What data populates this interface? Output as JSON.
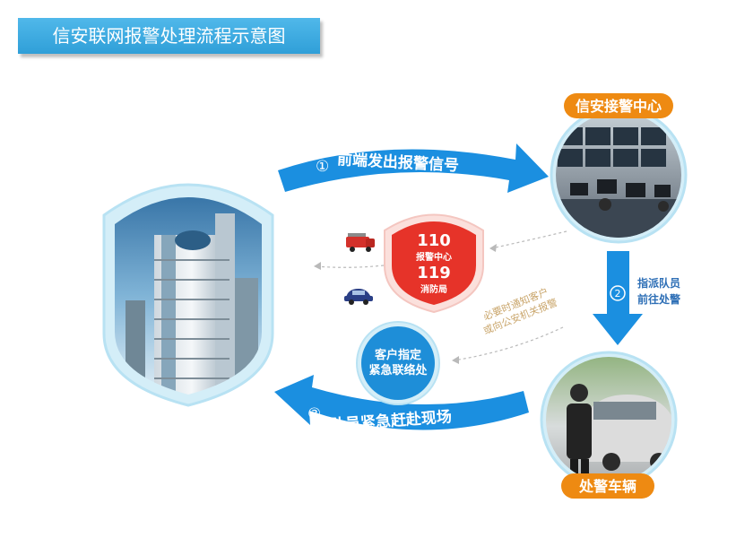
{
  "title": "信安联网报警处理流程示意图",
  "nodes": {
    "center": "信安接警中心",
    "vehicle": "处警车辆",
    "police_top_number": "110",
    "police_top_label": "报警中心",
    "police_bottom_number": "119",
    "police_bottom_label": "消防局",
    "client_line1": "客户指定",
    "client_line2": "紧急联络处"
  },
  "steps": {
    "step1_number": "①",
    "step1_text": "前端发出报警信号",
    "step2_number": "②",
    "step2_line1": "指派队员",
    "step2_line2": "前往处警",
    "step3_number": "③",
    "step3_text": "队员紧急赶赴现场"
  },
  "notes": {
    "line1": "必要时通知客户",
    "line2": "或向公安机关报警"
  },
  "colors": {
    "title_bg": "#3aa8e0",
    "arrow_blue": "#1b8fe0",
    "orange_label": "#ee8a12",
    "police_red": "#e63329",
    "client_circle": "#1e8ed8",
    "note_text": "#c9a56a",
    "step2_text": "#2e6fb6"
  }
}
